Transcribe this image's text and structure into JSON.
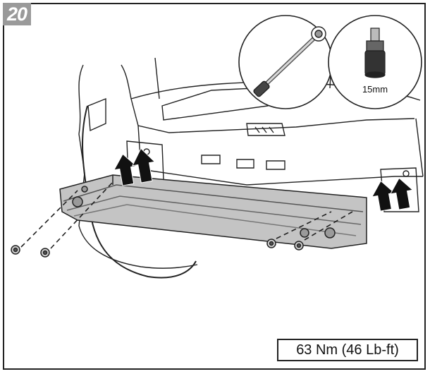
{
  "step": {
    "number": "20"
  },
  "tool_callouts": [
    {
      "name": "ratchet-icon",
      "label": ""
    },
    {
      "name": "socket-icon",
      "label": "15mm"
    }
  ],
  "torque": {
    "spec": "63 Nm (46 Lb-ft)"
  },
  "colors": {
    "line": "#222222",
    "bar_fill": "#bdbdbd",
    "arrow": "#111111",
    "badge": "#9a9a9a"
  }
}
